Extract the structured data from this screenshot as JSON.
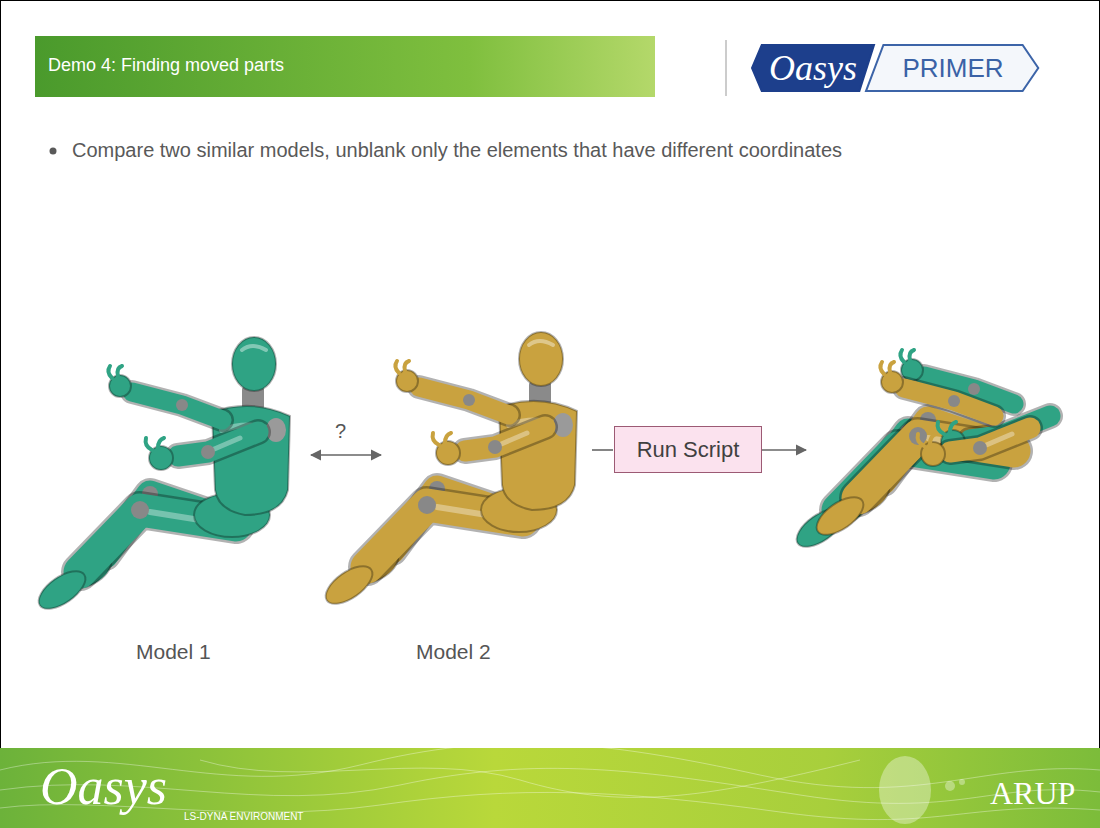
{
  "diagram": {
    "title": "Demo 4: Finding moved parts",
    "nodes": [
      {
        "text": [
          "Oasys"
        ]
      },
      {
        "text": [
          "PRIMER"
        ]
      },
      {
        "text": [
          "Run Script"
        ]
      }
    ],
    "labels": [
      "Compare two similar models, unblank only the elements that have different coordinates",
      "?",
      "Model 1",
      "Model 2",
      "Oasys",
      "LS-DYNA ENVIRONMENT",
      "ARUP"
    ]
  }
}
